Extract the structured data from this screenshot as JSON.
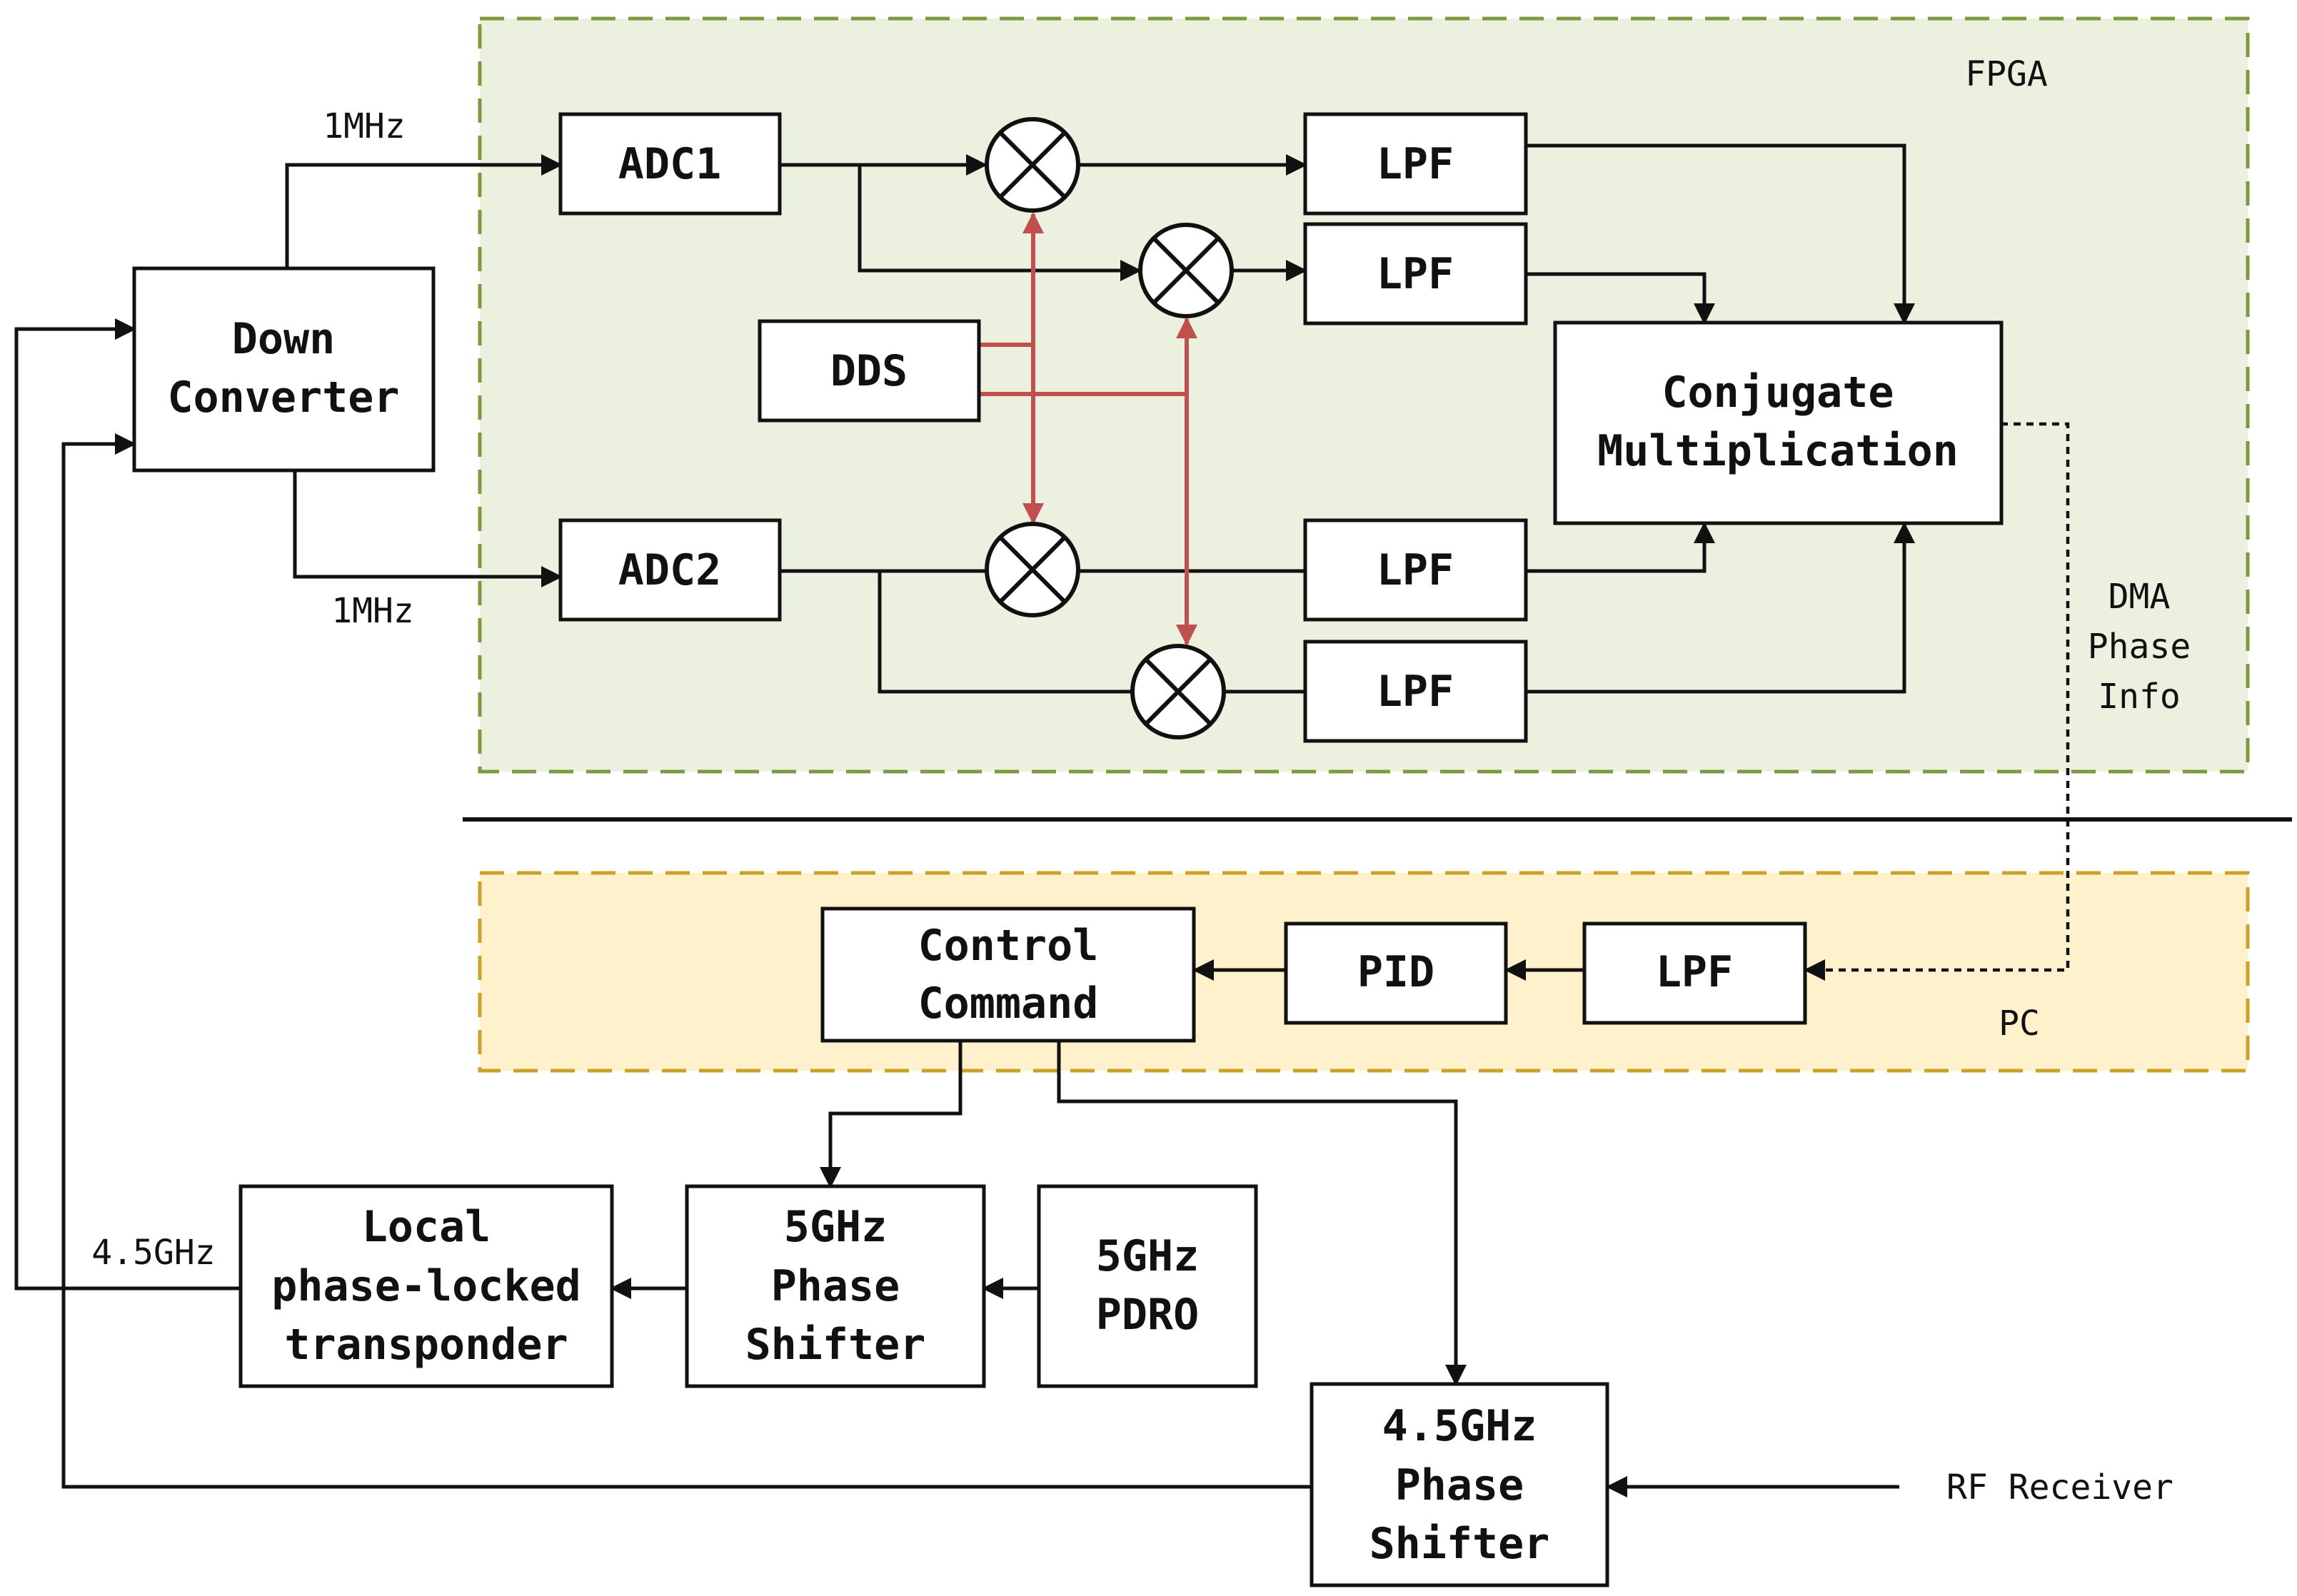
{
  "regions": {
    "fpga": {
      "label": "FPGA",
      "color": "#7d9a3e",
      "fill": "#ebf0df"
    },
    "pc": {
      "label": "PC",
      "color": "#c9a227",
      "fill": "#fff1cc"
    }
  },
  "blocks": {
    "down_converter": [
      "Down",
      "Converter"
    ],
    "adc1": "ADC1",
    "adc2": "ADC2",
    "dds": "DDS",
    "lpf1": "LPF",
    "lpf2": "LPF",
    "lpf3": "LPF",
    "lpf4": "LPF",
    "conjugate": [
      "Conjugate",
      "Multiplication"
    ],
    "pc_lpf": "LPF",
    "pid": "PID",
    "control_command": [
      "Control",
      "Command"
    ],
    "local_transponder": [
      "Local",
      "phase-locked",
      "transponder"
    ],
    "shifter_5ghz": [
      "5GHz",
      "Phase",
      "Shifter"
    ],
    "pdro_5ghz": [
      "5GHz",
      "PDRO"
    ],
    "shifter_4_5ghz": [
      "4.5GHz",
      "Phase",
      "Shifter"
    ]
  },
  "labels": {
    "freq_top": "1MHz",
    "freq_bottom": "1MHz",
    "dma": [
      "DMA",
      "Phase",
      "Info"
    ],
    "freq_4_5ghz": "4.5GHz",
    "rf_receiver": "RF Receiver"
  },
  "colors": {
    "dds_lines": "#c0504d",
    "wires": "#111111"
  },
  "icons": {
    "mixer": "circle-x-multiplier-icon"
  }
}
